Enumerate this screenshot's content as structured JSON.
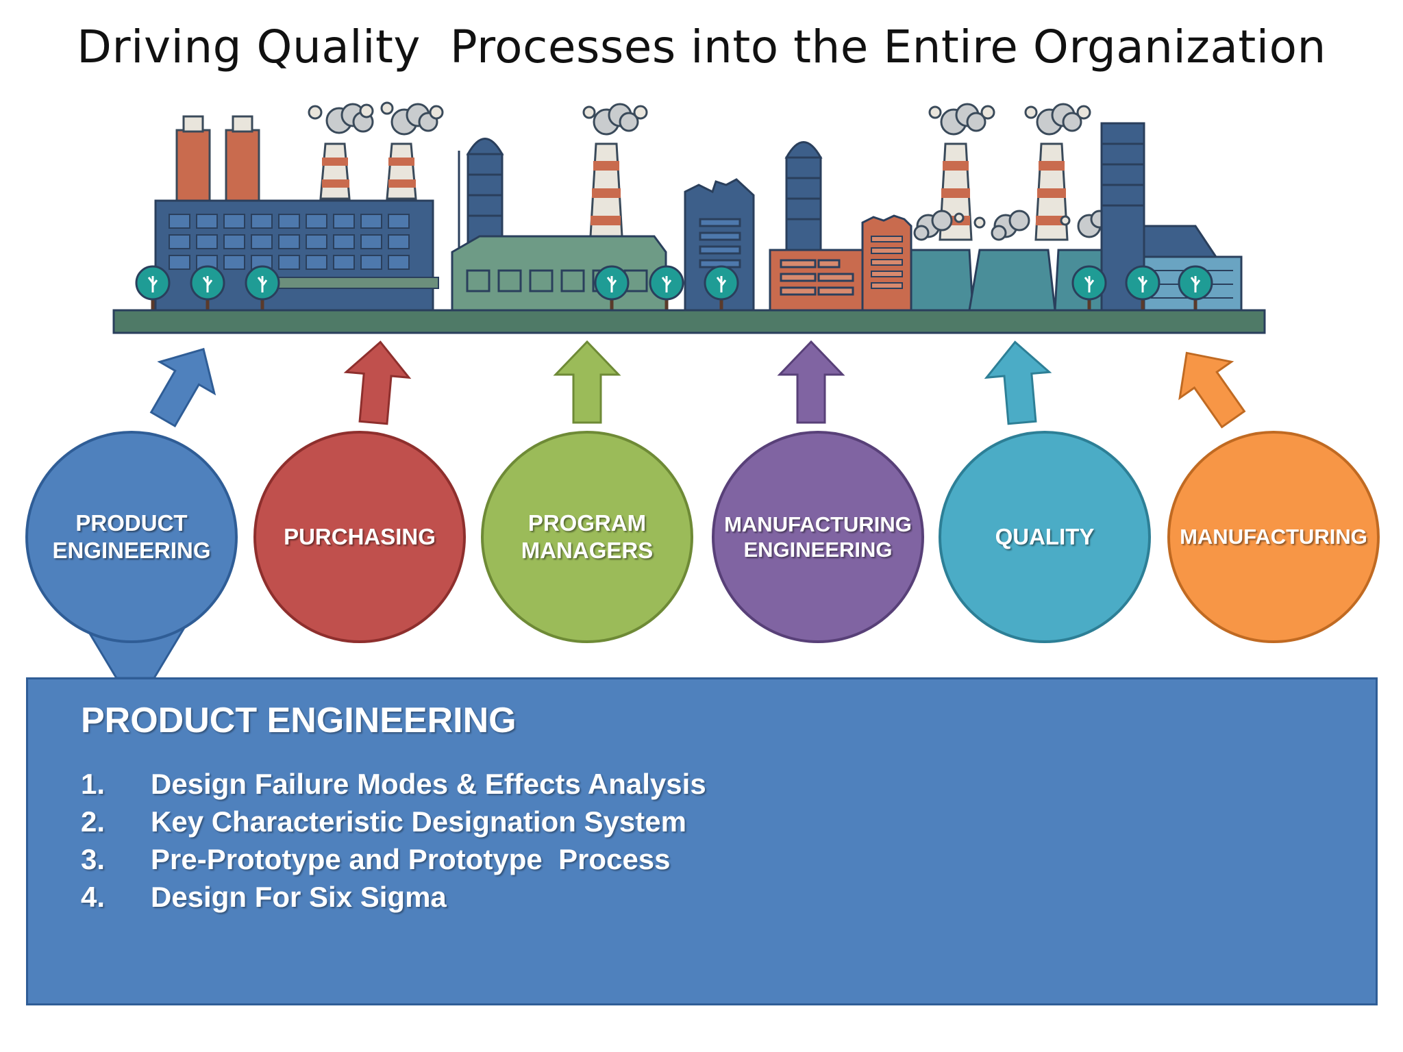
{
  "title": "Driving Quality  Processes into the Entire Organization",
  "departments": [
    {
      "lines": [
        "PRODUCT",
        "ENGINEERING"
      ],
      "color": "#4f81bd",
      "stroke": "#2f5d96",
      "arrow_color": "#4f81bd"
    },
    {
      "lines": [
        "PURCHASING"
      ],
      "color": "#c0504d",
      "stroke": "#8e2f2d",
      "arrow_color": "#c0504d"
    },
    {
      "lines": [
        "PROGRAM",
        "MANAGERS"
      ],
      "color": "#9bbb59",
      "stroke": "#6e8a36",
      "arrow_color": "#9bbb59"
    },
    {
      "lines": [
        "MANUFACTURING",
        "ENGINEERING"
      ],
      "color": "#8064a2",
      "stroke": "#584078",
      "arrow_color": "#8064a2"
    },
    {
      "lines": [
        "QUALITY"
      ],
      "color": "#4bacc6",
      "stroke": "#2d7f96",
      "arrow_color": "#4bacc6"
    },
    {
      "lines": [
        "MANUFACTURING"
      ],
      "color": "#f79646",
      "stroke": "#c06a22",
      "arrow_color": "#f79646"
    }
  ],
  "detail": {
    "title": "PRODUCT ENGINEERING",
    "items": [
      {
        "num": "1.",
        "text": "Design Failure Modes & Effects Analysis"
      },
      {
        "num": "2.",
        "text": "Key Characteristic Designation System"
      },
      {
        "num": "3.",
        "text": "Pre-Prototype and Prototype  Process"
      },
      {
        "num": "4.",
        "text": "Design For Six Sigma"
      }
    ]
  },
  "factory_icon": "industrial-skyline-illustration"
}
